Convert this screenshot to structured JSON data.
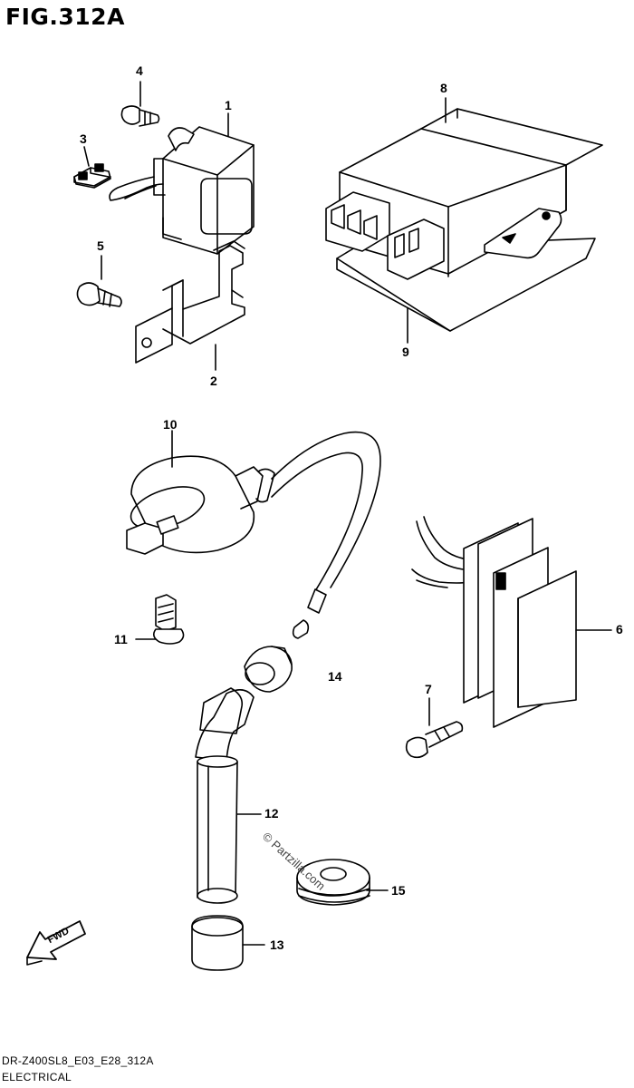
{
  "figure": {
    "title": "FIG.312A"
  },
  "callouts": [
    {
      "id": "1",
      "label": "1"
    },
    {
      "id": "2",
      "label": "2"
    },
    {
      "id": "3",
      "label": "3"
    },
    {
      "id": "4",
      "label": "4"
    },
    {
      "id": "5",
      "label": "5"
    },
    {
      "id": "6",
      "label": "6"
    },
    {
      "id": "7",
      "label": "7"
    },
    {
      "id": "8",
      "label": "8"
    },
    {
      "id": "9",
      "label": "9"
    },
    {
      "id": "10",
      "label": "10"
    },
    {
      "id": "11",
      "label": "11"
    },
    {
      "id": "12",
      "label": "12"
    },
    {
      "id": "13",
      "label": "13"
    },
    {
      "id": "14",
      "label": "14"
    },
    {
      "id": "15",
      "label": "15"
    }
  ],
  "direction_arrow": {
    "label": "FWD"
  },
  "watermark": {
    "text": "© Partzilla.com"
  },
  "footer": {
    "code": "DR-Z400SL8_E03_E28_312A",
    "section": "ELECTRICAL"
  }
}
